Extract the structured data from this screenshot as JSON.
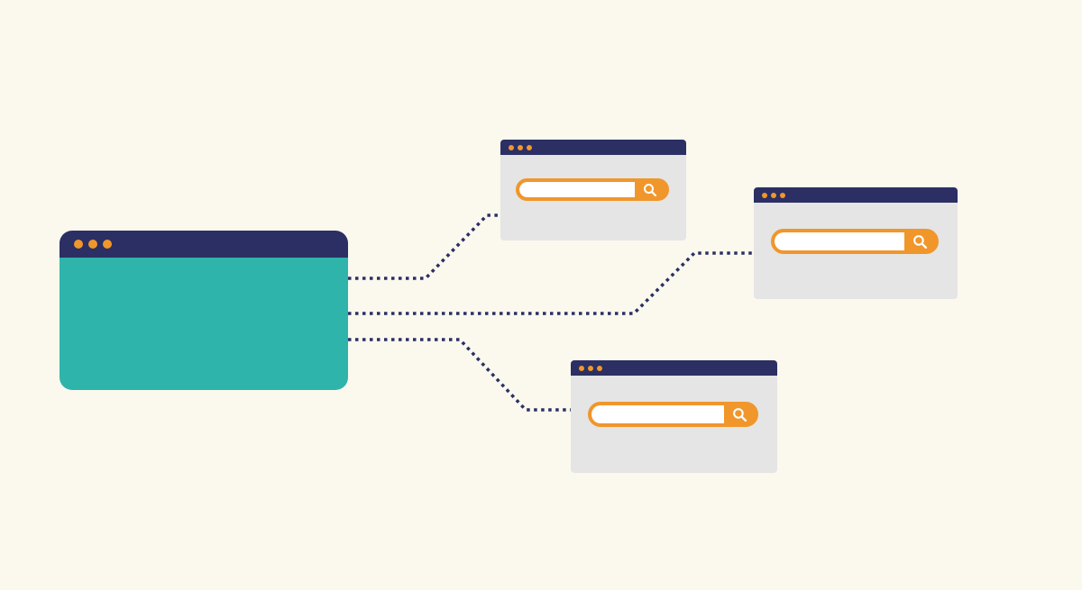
{
  "colors": {
    "background": "#fbf8ee",
    "titlebar": "#2b2f63",
    "window_dot": "#f0972b",
    "main_body": "#2fb4ab",
    "search_window_body": "#e4e5e4",
    "search_border": "#f0962b",
    "search_input": "#ffffff",
    "search_icon": "#ffffff",
    "connector": "#2b2f63"
  },
  "main_window": {
    "icon": "window-icon",
    "titlebar_dots": 3
  },
  "search_windows": [
    {
      "icon": "browser-window-icon",
      "search_icon": "search-icon"
    },
    {
      "icon": "browser-window-icon",
      "search_icon": "search-icon"
    },
    {
      "icon": "browser-window-icon",
      "search_icon": "search-icon"
    }
  ],
  "connectors": [
    {
      "from": "main-window",
      "to": "search-window-1",
      "style": "dotted"
    },
    {
      "from": "main-window",
      "to": "search-window-2",
      "style": "dotted"
    },
    {
      "from": "main-window",
      "to": "search-window-3",
      "style": "dotted"
    }
  ]
}
